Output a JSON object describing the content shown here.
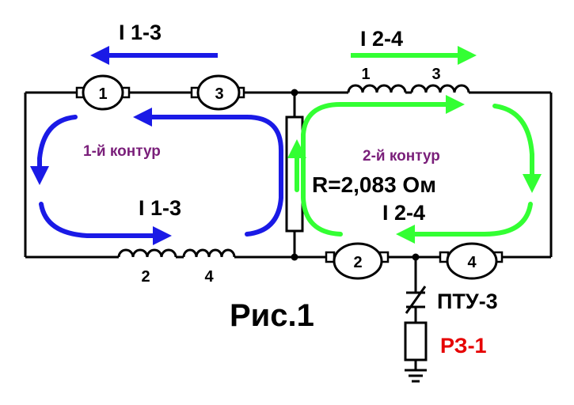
{
  "labels": {
    "current_top_left": "I 1-3",
    "current_top_right": "I 2-4",
    "current_inner_left": "I 1-3",
    "current_inner_right": "I 2-4",
    "loop1": "1-й контур",
    "loop2": "2-й контур",
    "resistance": "R=2,083 Ом",
    "figure": "Рис.1",
    "contact": "ПТУ-3",
    "relay": "РЗ-1"
  },
  "motors": {
    "m1": "1",
    "m3": "3",
    "m2": "2",
    "m4": "4"
  },
  "coils": {
    "top_1": "1",
    "top_3": "3",
    "bottom_2": "2",
    "bottom_4": "4"
  },
  "colors": {
    "wire": "#000000",
    "loop1_arrow": "#1a1ae6",
    "loop2_arrow": "#33ff33",
    "loop_label": "#7a1f7a",
    "relay_label": "#e60000"
  }
}
